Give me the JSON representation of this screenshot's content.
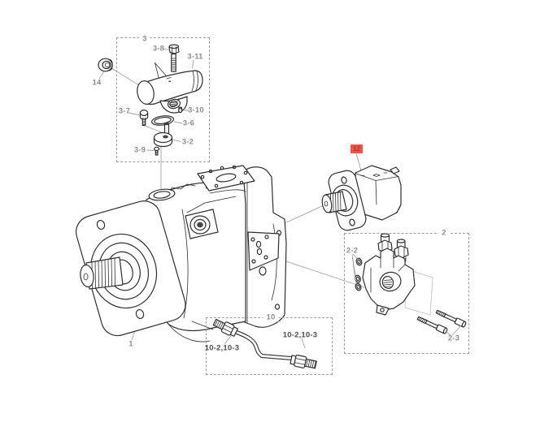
{
  "colors": {
    "background": "#ffffff",
    "line": "#2f2f2f",
    "leader": "#a3a3a3",
    "label": "#8f8f8f",
    "label_dark": "#4d4d4d",
    "group_border": "#9c9c9c",
    "highlight_fill": "#ee5449",
    "highlight_text": "#b03a30"
  },
  "callouts": {
    "group_3": "3",
    "part_3_8": "3-8",
    "part_3_11": "3-11",
    "part_14": "14",
    "part_3_7": "3-7",
    "part_3_10": "3-10",
    "part_3_6": "3-6",
    "part_3_2": "3-2",
    "part_3_9": "3-9",
    "part_1": "1",
    "group_2": "2",
    "part_2_2": "2-2",
    "part_2_3": "2-3",
    "group_10": "10",
    "part_10_left": "10-2,10-3",
    "part_10_right": "10-2,10-3",
    "highlight_12": "12"
  }
}
